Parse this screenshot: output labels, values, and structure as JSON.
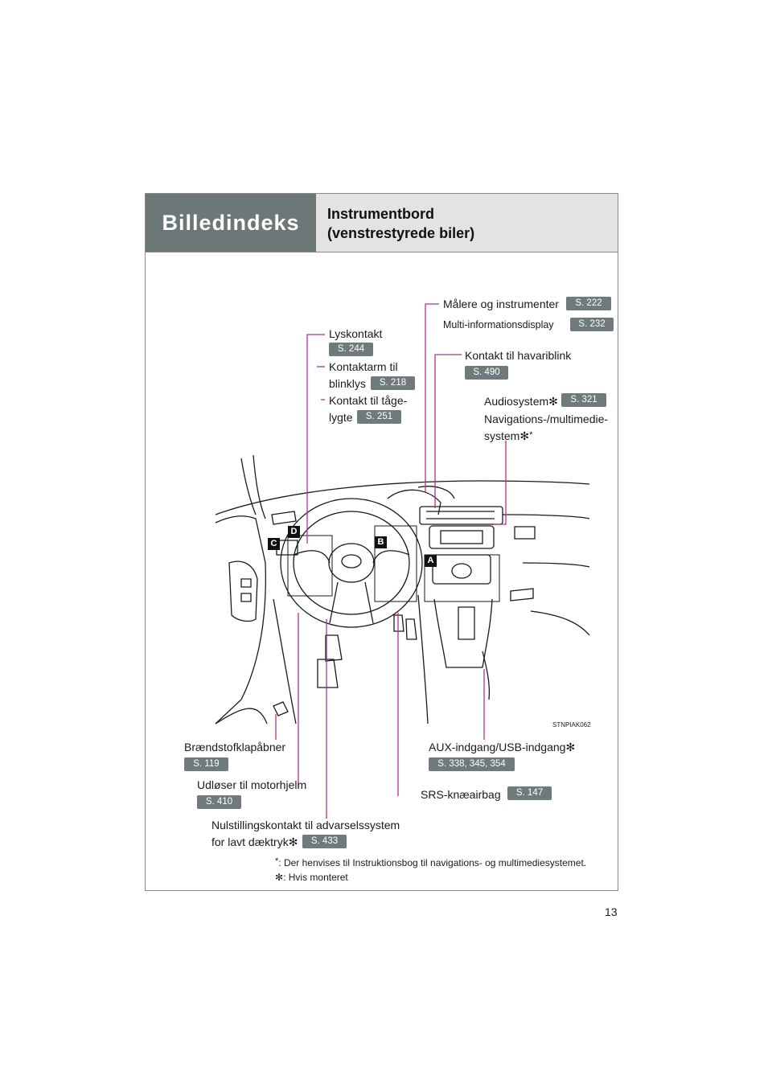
{
  "header": {
    "section": "Billedindeks",
    "title_line1": "Instrumentbord",
    "title_line2": "(venstrestyrede biler)"
  },
  "labels": {
    "maalere": "Målere og instrumenter",
    "maalere_ref": "S. 222",
    "multi": "Multi-informationsdisplay",
    "multi_ref": "S. 232",
    "lyskontakt": "Lyskontakt",
    "lyskontakt_ref": "S. 244",
    "kontaktarm1": "Kontaktarm til",
    "kontaktarm2": "blinklys",
    "kontaktarm_ref": "S. 218",
    "havari": "Kontakt til havariblink",
    "havari_ref": "S. 490",
    "taage1": "Kontakt til tåge-",
    "taage2": "lygte",
    "taage_ref": "S. 251",
    "audio": "Audiosystem",
    "audio_ref": "S. 321",
    "navi1": "Navigations-/multimedie-",
    "navi2": "system",
    "braendstof": "Brændstofklapåbner",
    "braendstof_ref": "S. 119",
    "aux": "AUX-indgang/USB-indgang",
    "aux_ref": "S. 338, 345, 354",
    "motorhjelm": "Udløser til motorhjelm",
    "motorhjelm_ref": "S. 410",
    "srs": "SRS-knæairbag",
    "srs_ref": "S. 147",
    "nulstil1": "Nulstillingskontakt til advarselssystem",
    "nulstil2": "for lavt dæktryk",
    "nulstil_ref": "S. 433"
  },
  "tags": {
    "a": "A",
    "b": "B",
    "c": "C",
    "d": "D"
  },
  "figure_code": "STNPIAK062",
  "notes": {
    "star_note": ": Der henvises til Instruktionsbog til navigations- og multimediesystemet.",
    "snow_note": ": Hvis monteret",
    "star": "*",
    "snow": "✻"
  },
  "page_number": "13"
}
